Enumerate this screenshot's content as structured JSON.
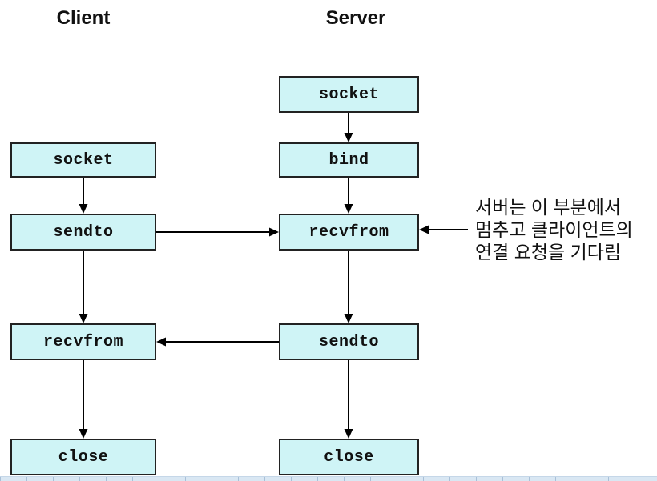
{
  "colors": {
    "box_fill": "#CFF4F6",
    "box_border": "#222222",
    "arrow": "#000000",
    "text": "#111111",
    "bottom_strip_fill": "#D9E7F3",
    "bottom_strip_line": "#A9C0D8"
  },
  "client": {
    "title": "Client",
    "steps": [
      {
        "label": "socket"
      },
      {
        "label": "sendto"
      },
      {
        "label": "recvfrom"
      },
      {
        "label": "close"
      }
    ]
  },
  "server": {
    "title": "Server",
    "steps": [
      {
        "label": "socket"
      },
      {
        "label": "bind"
      },
      {
        "label": "recvfrom"
      },
      {
        "label": "sendto"
      },
      {
        "label": "close"
      }
    ]
  },
  "annotation": {
    "lines": [
      "서버는 이 부분에서",
      "멈추고 클라이언트의",
      "연결 요청을 기다림"
    ]
  }
}
